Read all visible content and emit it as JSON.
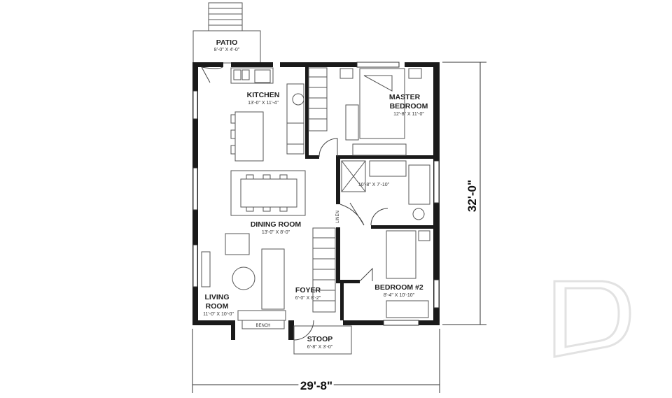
{
  "rooms": {
    "patio": {
      "name": "PATIO",
      "size": "8'-0\" X 4'-0\""
    },
    "kitchen": {
      "name": "KITCHEN",
      "size": "13'-0\" X 11'-4\""
    },
    "master": {
      "name1": "MASTER",
      "name2": "BEDROOM",
      "size": "12'-8\" X 11'-0\""
    },
    "bath": {
      "size": "10'-8\" X 7'-10\""
    },
    "dining": {
      "name": "DINING ROOM",
      "size": "13'-0\" X 8'-0\""
    },
    "living": {
      "name1": "LIVING",
      "name2": "ROOM",
      "size": "11'-0\" X 10'-0\""
    },
    "foyer": {
      "name": "FOYER",
      "size": "6'-0\" X 8'-2\""
    },
    "bedroom2": {
      "name": "BEDROOM #2",
      "size": "8'-4\" X 10'-10\""
    },
    "stoop": {
      "name": "STOOP",
      "size": "6'-8\" X 3'-0\""
    }
  },
  "labels": {
    "bench": "BENCH",
    "linen": "LINEN"
  },
  "dimensions": {
    "width": "29'-8\"",
    "depth": "32'-0\""
  },
  "colors": {
    "wall": "#1a1a1a",
    "line": "#444444",
    "watermark": "#e6e6e6"
  }
}
